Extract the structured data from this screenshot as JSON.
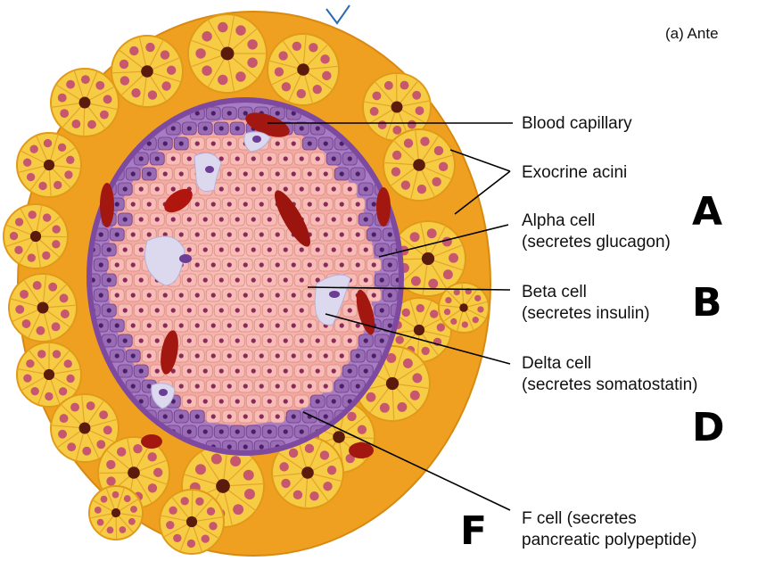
{
  "figure": {
    "panel_title": "(a) Ante",
    "labels": {
      "blood_capillary": "Blood capillary",
      "exocrine_acini": "Exocrine acini",
      "alpha_line1": "Alpha cell",
      "alpha_line2": "(secretes glucagon)",
      "beta_line1": "Beta cell",
      "beta_line2": "(secretes insulin)",
      "delta_line1": "Delta cell",
      "delta_line2": "(secretes somatostatin)",
      "f_line1": "F cell (secretes",
      "f_line2": "pancreatic polypeptide)"
    },
    "answer_letters": {
      "a": "A",
      "b": "B",
      "d": "D",
      "f": "F"
    }
  },
  "colors": {
    "exocrine_orange": "#f0a020",
    "acinus_yellow": "#f7cc45",
    "islet_pink": "#f6b3ad",
    "alpha_purple": "#9a6cb4",
    "capillary_red": "#a2170f",
    "delta_lavender": "#d8d6ee",
    "nucleus": "#8a2a5a",
    "leader_line": "#000000"
  }
}
